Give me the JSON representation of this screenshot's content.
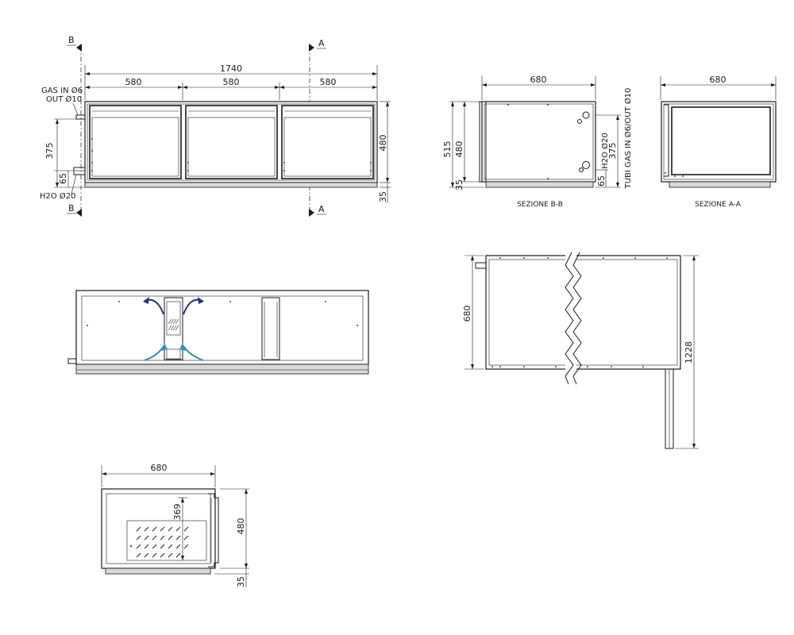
{
  "front_view": {
    "section_markers": {
      "b_top": "B",
      "b_bottom": "B",
      "a_top": "A",
      "a_bottom": "A"
    },
    "dimensions": {
      "total_width": "1740",
      "module_1": "580",
      "module_2": "580",
      "module_3": "580",
      "height": "480",
      "base": "35",
      "pipe_height": "375",
      "h2o_height": "65"
    },
    "labels": {
      "gas_in": "GAS IN Ø6",
      "gas_out": "OUT Ø10",
      "h2o": "H2O Ø20"
    }
  },
  "section_bb": {
    "dimensions": {
      "width": "680",
      "total_height": "515",
      "height": "480",
      "base": "35",
      "h2o_height": "65",
      "gas_height": "375"
    },
    "labels": {
      "h2o": "H2O Ø20",
      "gas": "TUBI GAS IN Ø6/OUT Ø10"
    },
    "caption": "SEZIONE B-B"
  },
  "section_aa": {
    "dimensions": {
      "width": "680"
    },
    "caption": "SEZIONE A-A"
  },
  "top_view": {
    "dimensions": {
      "depth": "680",
      "door_open": "1228"
    }
  },
  "side_view": {
    "dimensions": {
      "width": "680",
      "inner_height": "369",
      "height": "480",
      "base": "35"
    }
  },
  "colors": {
    "line": "#1a1a1a",
    "airflow_warm": "#2a3470",
    "airflow_cool": "#3a8fb0",
    "base_fill": "#d9d9d9"
  }
}
